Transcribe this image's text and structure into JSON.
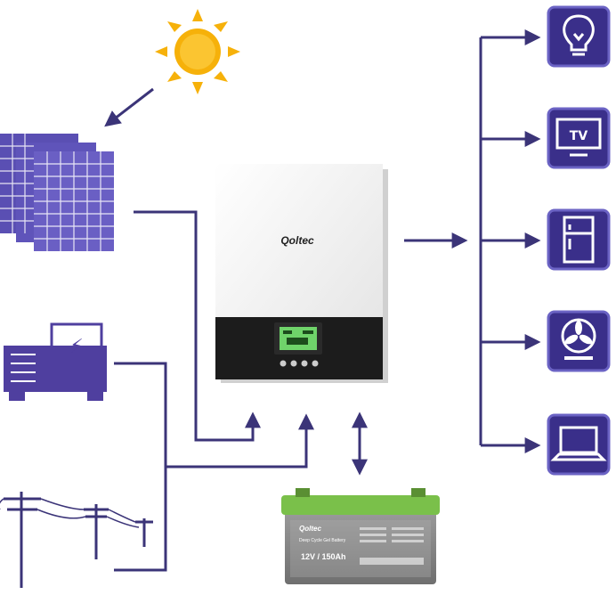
{
  "inverter": {
    "brand": "Qoltec"
  },
  "battery": {
    "brand": "Qoltec",
    "type_label": "Deep Cycle Gel Battery",
    "rating": "12V / 150Ah"
  },
  "appliances": [
    {
      "name": "light-bulb",
      "label": ""
    },
    {
      "name": "tv",
      "label": "TV"
    },
    {
      "name": "refrigerator",
      "label": ""
    },
    {
      "name": "fan",
      "label": ""
    },
    {
      "name": "laptop",
      "label": ""
    }
  ],
  "generator": {
    "symbol": "⚡"
  },
  "colors": {
    "line": "#3b3478",
    "appliance_bg": "#3a2f8a",
    "appliance_edge": "#6b63c4",
    "solar": "#5a4fb3",
    "generator": "#4f3f9f",
    "sun": "#f6b10a",
    "battery_top": "#7ac04a",
    "battery_body": "#8a8a8a",
    "inverter_body": "#f2f2f2",
    "inverter_panel": "#1c1c1c",
    "lcd": "#6fd36a"
  }
}
